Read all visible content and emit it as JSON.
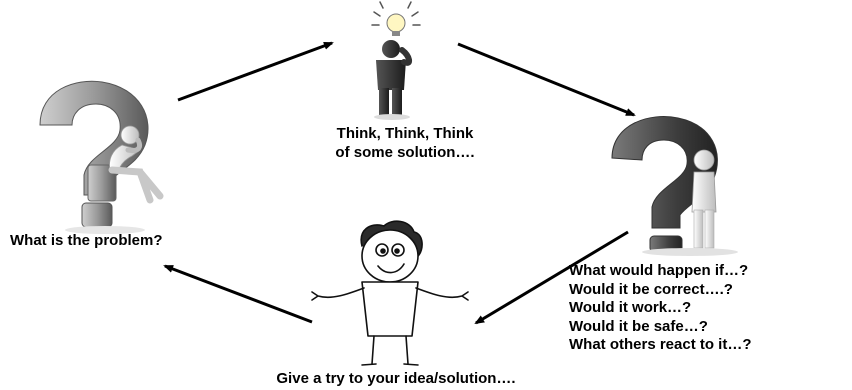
{
  "diagram": {
    "think_caption": [
      "Think, Think, Think",
      "of some solution…."
    ],
    "problem_caption": "What is the problem?",
    "question_lines": [
      "What would happen if…?",
      "Would it be correct….?",
      "Would it work…?",
      "Would it be safe…?",
      "What others react to it…?"
    ],
    "try_caption": "Give a try to your idea/solution….",
    "colors": {
      "text": "#000000",
      "arrow": "#000000",
      "figure_light": "#d8d8d8",
      "figure_dark": "#3a3a3a",
      "question_mark_light": "#a8a8a8",
      "question_mark_dark": "#4a4a4a"
    }
  }
}
